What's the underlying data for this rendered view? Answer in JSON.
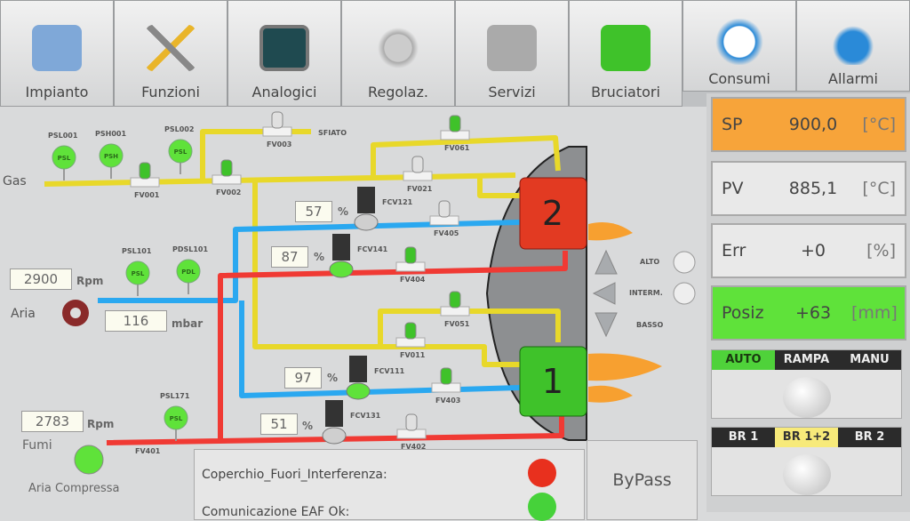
{
  "tabs": [
    "Impianto",
    "Funzioni",
    "Analogici",
    "Regolaz.",
    "Servizi",
    "Bruciatori",
    "Consumi",
    "Allarmi"
  ],
  "lines": {
    "gas": "Gas",
    "aria": "Aria",
    "fumi": "Fumi",
    "aria_compressa": "Aria Compressa",
    "sfiato": "SFIATO"
  },
  "instruments": [
    {
      "tag": "PSL001",
      "symbol": "PSL"
    },
    {
      "tag": "PSH001",
      "symbol": "PSH"
    },
    {
      "tag": "PSL002",
      "symbol": "PSL"
    },
    {
      "tag": "PSL101",
      "symbol": "PSL"
    },
    {
      "tag": "PDSL101",
      "symbol": "PDL"
    },
    {
      "tag": "PSL171",
      "symbol": "PSL"
    }
  ],
  "valves": [
    "FV001",
    "FV002",
    "FV003",
    "FV061",
    "FV021",
    "FV405",
    "FV404",
    "FV051",
    "FV011",
    "FV403",
    "FV402",
    "FV401"
  ],
  "control_valves": [
    {
      "tag": "FCV121",
      "value": "57",
      "unit": "%"
    },
    {
      "tag": "FCV141",
      "value": "87",
      "unit": "%"
    },
    {
      "tag": "FCV111",
      "value": "97",
      "unit": "%"
    },
    {
      "tag": "FCV131",
      "value": "51",
      "unit": "%"
    }
  ],
  "fans": {
    "aria_rpm": "2900",
    "aria_pressure": "116",
    "rpm_unit": "Rpm",
    "pressure_unit": "mbar",
    "fumi_rpm": "2783"
  },
  "burners": [
    {
      "id": "2",
      "color": "#e23a22"
    },
    {
      "id": "1",
      "color": "#3fc22a"
    }
  ],
  "position_lamps": {
    "alto": "ALTO",
    "interm": "INTERM.",
    "basso": "BASSO"
  },
  "panel": {
    "sp": {
      "label": "SP",
      "value": "900,0",
      "unit": "[°C]",
      "color": "#f7a43a"
    },
    "pv": {
      "label": "PV",
      "value": "885,1",
      "unit": "[°C]"
    },
    "err": {
      "label": "Err",
      "value": "+0",
      "unit": "[%]"
    },
    "posiz": {
      "label": "Posiz",
      "value": "+63",
      "unit": "[mm]",
      "color": "#5fe23a"
    },
    "mode": {
      "options": [
        "AUTO",
        "RAMPA",
        "MANU"
      ],
      "selected": "AUTO"
    },
    "burner_sel": {
      "options": [
        "BR 1",
        "BR 1+2",
        "BR 2"
      ],
      "selected": "BR 1+2"
    }
  },
  "status": [
    {
      "label": "Coperchio_Fuori_Interferenza:",
      "color": "#e8301e"
    },
    {
      "label": "Comunicazione EAF Ok:",
      "color": "#46d23a"
    }
  ],
  "bypass": "ByPass"
}
